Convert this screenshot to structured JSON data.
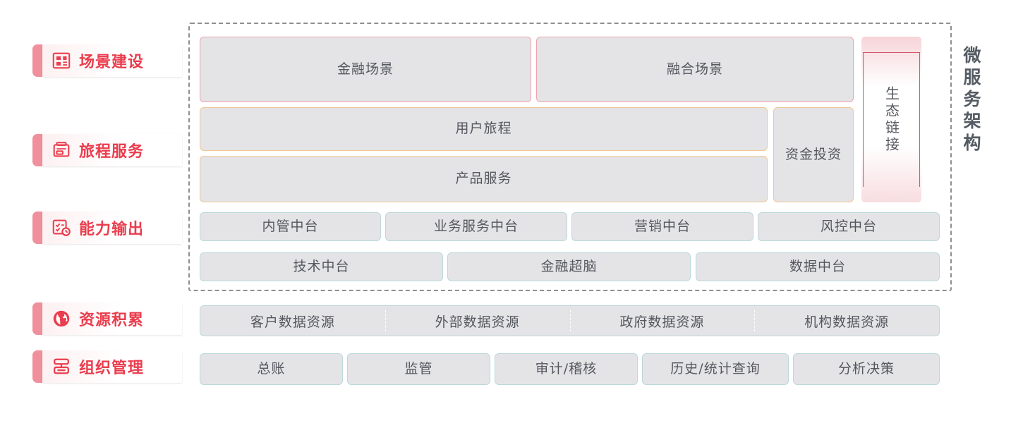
{
  "diagram": {
    "title_vertical_right": "微服务架构",
    "colors": {
      "accent_red": "#ea3d4e",
      "tab_pink": "#f0909c",
      "box_fill": "#e4e4e6",
      "border_pink": "#eda3ab",
      "border_orange": "#f2c693",
      "border_teal": "#bcd8da",
      "text_gray": "#54575e",
      "dashed_gray": "#8f8f8f"
    }
  },
  "stages": [
    {
      "label": "场景建设",
      "icon": "dashboard-layout-icon"
    },
    {
      "label": "旅程服务",
      "icon": "card-list-icon"
    },
    {
      "label": "能力输出",
      "icon": "checklist-clock-icon"
    },
    {
      "label": "资源积累",
      "icon": "globe-icon"
    },
    {
      "label": "组织管理",
      "icon": "org-chart-icon"
    }
  ],
  "scene_row": {
    "boxes": [
      {
        "label": "金融场景"
      },
      {
        "label": "融合场景"
      }
    ]
  },
  "eco": {
    "label": "生态链接"
  },
  "journey_rows": [
    {
      "label": "用户旅程"
    },
    {
      "label": "产品服务"
    }
  ],
  "fund": {
    "label": "资金投资"
  },
  "platform_row_1": [
    {
      "label": "内管中台"
    },
    {
      "label": "业务服务中台"
    },
    {
      "label": "营销中台"
    },
    {
      "label": "风控中台"
    }
  ],
  "platform_row_2": [
    {
      "label": "技术中台"
    },
    {
      "label": "金融超脑"
    },
    {
      "label": "数据中台"
    }
  ],
  "resources": [
    {
      "label": "客户数据资源"
    },
    {
      "label": "外部数据资源"
    },
    {
      "label": "政府数据资源"
    },
    {
      "label": "机构数据资源"
    }
  ],
  "organization": [
    {
      "label": "总账"
    },
    {
      "label": "监管"
    },
    {
      "label": "审计/稽核"
    },
    {
      "label": "历史/统计查询"
    },
    {
      "label": "分析决策"
    }
  ]
}
